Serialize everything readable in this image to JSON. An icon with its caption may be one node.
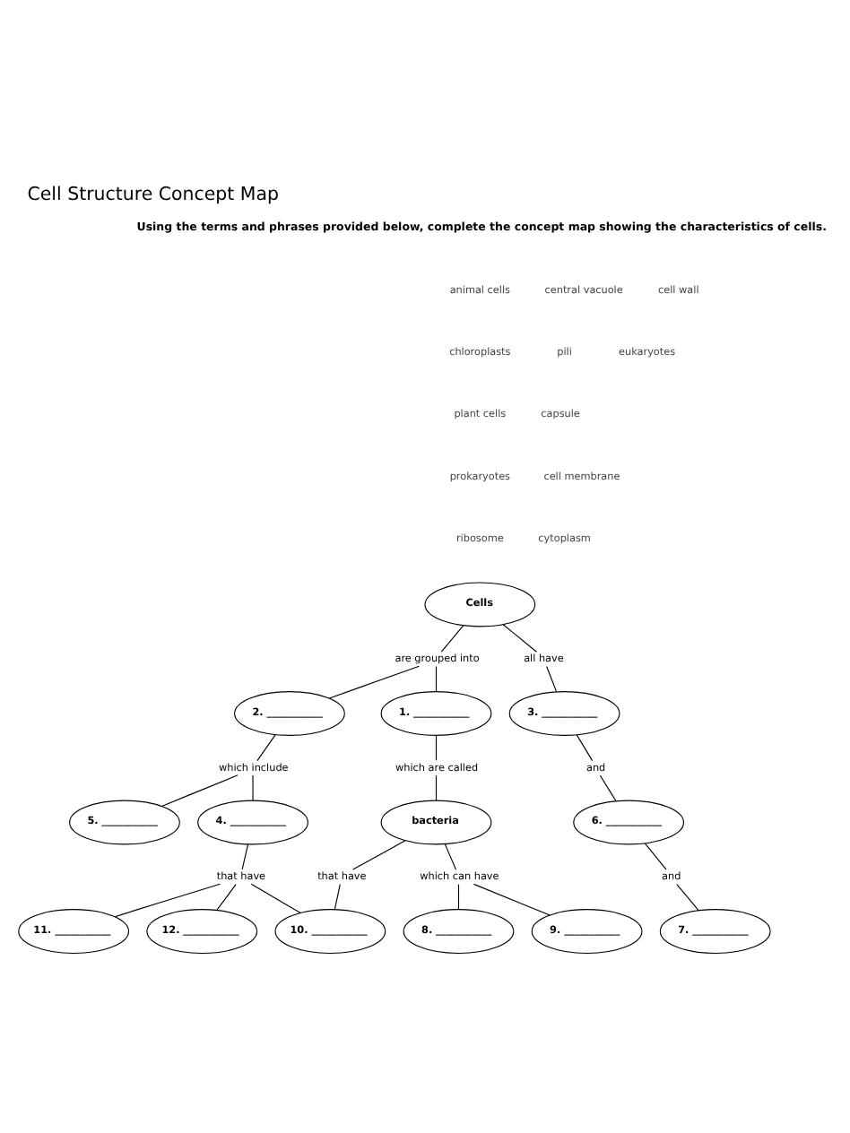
{
  "diagram": {
    "title": "Cell Structure Concept Map",
    "nodes": [
      {
        "text": [
          "Cells"
        ]
      },
      {
        "text": [
          "are grouped into"
        ]
      },
      {
        "text": [
          "1. ___________"
        ]
      },
      {
        "text": [
          "2. ___________"
        ]
      },
      {
        "text": [
          "all have"
        ]
      },
      {
        "text": [
          "3. ___________"
        ]
      },
      {
        "text": [
          "which are called"
        ]
      },
      {
        "text": [
          "which include"
        ]
      },
      {
        "text": [
          "and"
        ]
      },
      {
        "text": [
          "4. ___________"
        ]
      },
      {
        "text": [
          "5. ___________"
        ]
      },
      {
        "text": [
          "bacteria"
        ]
      },
      {
        "text": [
          "6. ___________"
        ]
      },
      {
        "text": [
          "that have"
        ]
      },
      {
        "text": [
          "that have"
        ]
      },
      {
        "text": [
          "which can have"
        ]
      },
      {
        "text": [
          "and"
        ]
      },
      {
        "text": [
          "7. ___________"
        ]
      },
      {
        "text": [
          "8. ___________"
        ]
      },
      {
        "text": [
          "10. ___________"
        ]
      },
      {
        "text": [
          "12. ___________"
        ]
      },
      {
        "text": [
          "9. ___________"
        ]
      },
      {
        "text": [
          "11. ___________"
        ]
      }
    ],
    "edges": [
      {
        "from": 0,
        "to": 1,
        "arrow": "none"
      },
      {
        "from": 1,
        "to": 2,
        "arrow": "none"
      },
      {
        "from": 1,
        "to": 3,
        "arrow": "none"
      },
      {
        "from": 0,
        "to": 4,
        "arrow": "none"
      },
      {
        "from": 4,
        "to": 5,
        "arrow": "none"
      },
      {
        "from": 2,
        "to": 6,
        "arrow": "none"
      },
      {
        "from": 6,
        "to": 11,
        "arrow": "none"
      },
      {
        "from": 3,
        "to": 7,
        "arrow": "none"
      },
      {
        "from": 7,
        "to": 9,
        "arrow": "none"
      },
      {
        "from": 7,
        "to": 10,
        "arrow": "none"
      },
      {
        "from": 5,
        "to": 8,
        "arrow": "none"
      },
      {
        "from": 8,
        "to": 12,
        "arrow": "none"
      },
      {
        "from": 12,
        "to": 16,
        "arrow": "none"
      },
      {
        "from": 16,
        "to": 17,
        "arrow": "none"
      },
      {
        "from": 11,
        "to": 13,
        "arrow": "none"
      },
      {
        "from": 13,
        "to": 19,
        "arrow": "none"
      },
      {
        "from": 11,
        "to": 15,
        "arrow": "none"
      },
      {
        "from": 15,
        "to": 18,
        "arrow": "none"
      },
      {
        "from": 15,
        "to": 21,
        "arrow": "none"
      },
      {
        "from": 9,
        "to": 14,
        "arrow": "none"
      },
      {
        "from": 14,
        "to": 19,
        "arrow": "none"
      },
      {
        "from": 14,
        "to": 22,
        "arrow": "none"
      },
      {
        "from": 14,
        "to": 20,
        "arrow": "none"
      }
    ],
    "labels": [
      "Using the terms and phrases provided below, complete the concept map showing the characteristics of cells.",
      "animal cells",
      "central vacuole",
      "cell wall",
      "chloroplasts",
      "pili",
      "eukaryotes",
      "plant cells",
      "capsule",
      "prokaryotes",
      "cell membrane",
      "ribosome",
      "cytoplasm"
    ]
  }
}
